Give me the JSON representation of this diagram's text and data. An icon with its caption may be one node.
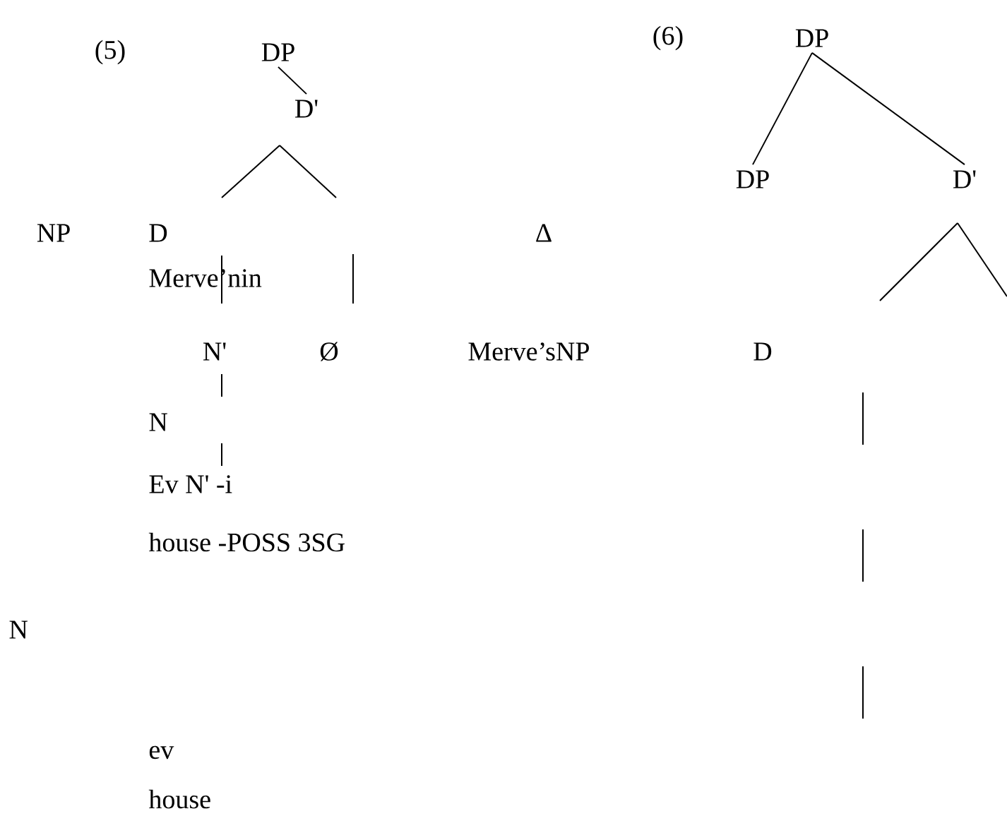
{
  "diagram": {
    "nodes": [
      {
        "text": [
          "DP"
        ]
      },
      {
        "text": [
          "D'"
        ]
      },
      {
        "text": [
          "DP"
        ]
      },
      {
        "text": [
          "DP"
        ]
      },
      {
        "text": [
          "D'"
        ]
      }
    ],
    "edges": [
      {
        "from": 0,
        "to": 1,
        "arrow": "none"
      },
      {
        "from": 2,
        "to": 3,
        "arrow": "none"
      },
      {
        "from": 2,
        "to": 4,
        "arrow": "none"
      }
    ],
    "labels": [
      "(5)",
      "(6)",
      "NP",
      "D",
      "Δ",
      "Merve’nin",
      "N'",
      "Ø",
      "Merve’sNP",
      "D",
      "N",
      "Ev N' -i",
      "house -POSS 3SG",
      "N",
      "ev",
      "house"
    ]
  }
}
